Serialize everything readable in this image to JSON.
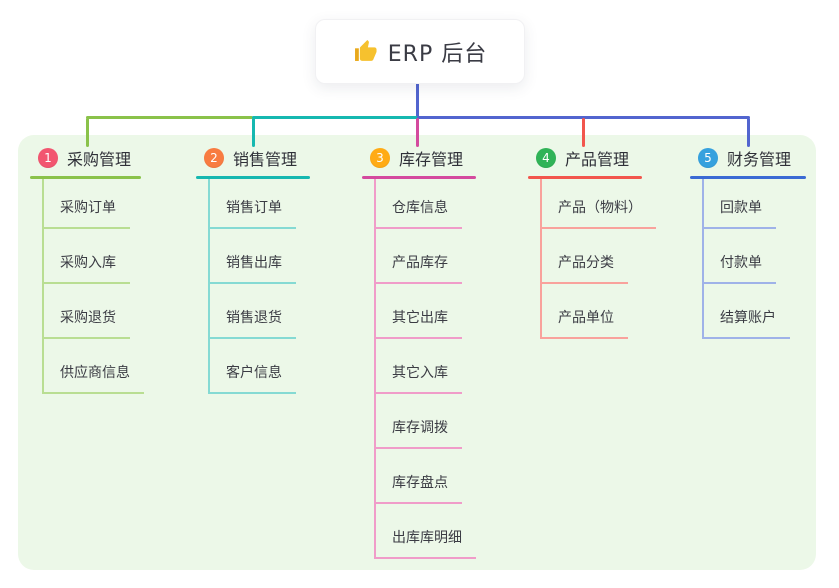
{
  "root": {
    "label": "ERP 后台",
    "icon": "thumbs-up-icon",
    "trunk_color": "#5265cf"
  },
  "canvas": {
    "panel_color": "#ecf8e8",
    "background_color": "#ffffff"
  },
  "branches": [
    {
      "num": "1",
      "label": "采购管理",
      "colors": {
        "circle": "#f25670",
        "main": "#8ac24a",
        "light": "#b9de92"
      },
      "children": [
        "采购订单",
        "采购入库",
        "采购退货",
        "供应商信息"
      ]
    },
    {
      "num": "2",
      "label": "销售管理",
      "colors": {
        "circle": "#f87c41",
        "main": "#16b8b0",
        "light": "#85dad3"
      },
      "children": [
        "销售订单",
        "销售出库",
        "销售退货",
        "客户信息"
      ]
    },
    {
      "num": "3",
      "label": "库存管理",
      "colors": {
        "circle": "#ffab15",
        "main": "#d44a9e",
        "light": "#f09cc9"
      },
      "children": [
        "仓库信息",
        "产品库存",
        "其它出库",
        "其它入库",
        "库存调拨",
        "库存盘点",
        "出库库明细"
      ]
    },
    {
      "num": "4",
      "label": "产品管理",
      "colors": {
        "circle": "#30b357",
        "main": "#f2564d",
        "light": "#f9a29c"
      },
      "children": [
        "产品（物料）",
        "产品分类",
        "产品单位"
      ]
    },
    {
      "num": "5",
      "label": "财务管理",
      "colors": {
        "circle": "#36a1de",
        "main": "#3b6ad4",
        "light": "#9fb2e8"
      },
      "children": [
        "回款单",
        "付款单",
        "结算账户"
      ]
    }
  ]
}
